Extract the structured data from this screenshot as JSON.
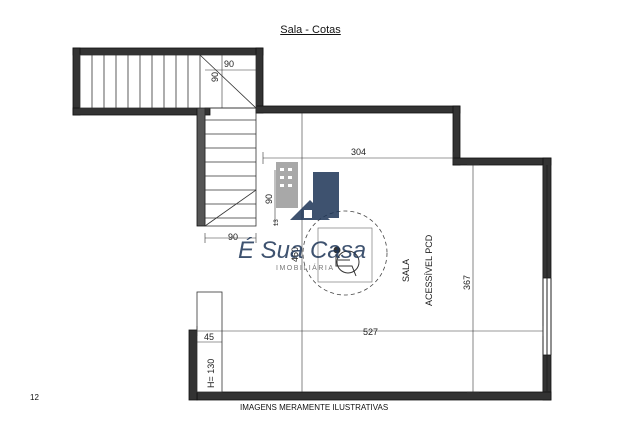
{
  "title": "Sala - Cotas",
  "page_number": "12",
  "caption": "IMAGENS MERAMENTE ILUSTRATIVAS",
  "room": {
    "name": "SALA",
    "subtitle": "ACESSÍVEL PCD"
  },
  "dimensions": {
    "stair_top_width": "90",
    "stair_top_depth": "90",
    "landing_depth": "90",
    "landing_width": "90",
    "top_run": "304",
    "small_riser": "13",
    "room_depth": "460",
    "right_height": "367",
    "counter_depth": "45",
    "room_width": "527",
    "counter_height": "H= 130"
  },
  "logo": {
    "brand": "É Sua Casa",
    "tagline": "IMOBILIÁRIA"
  },
  "colors": {
    "wall": "#333333",
    "line": "#222222",
    "logo_blue": "#1d3557",
    "logo_gray": "#9a9a9a"
  }
}
